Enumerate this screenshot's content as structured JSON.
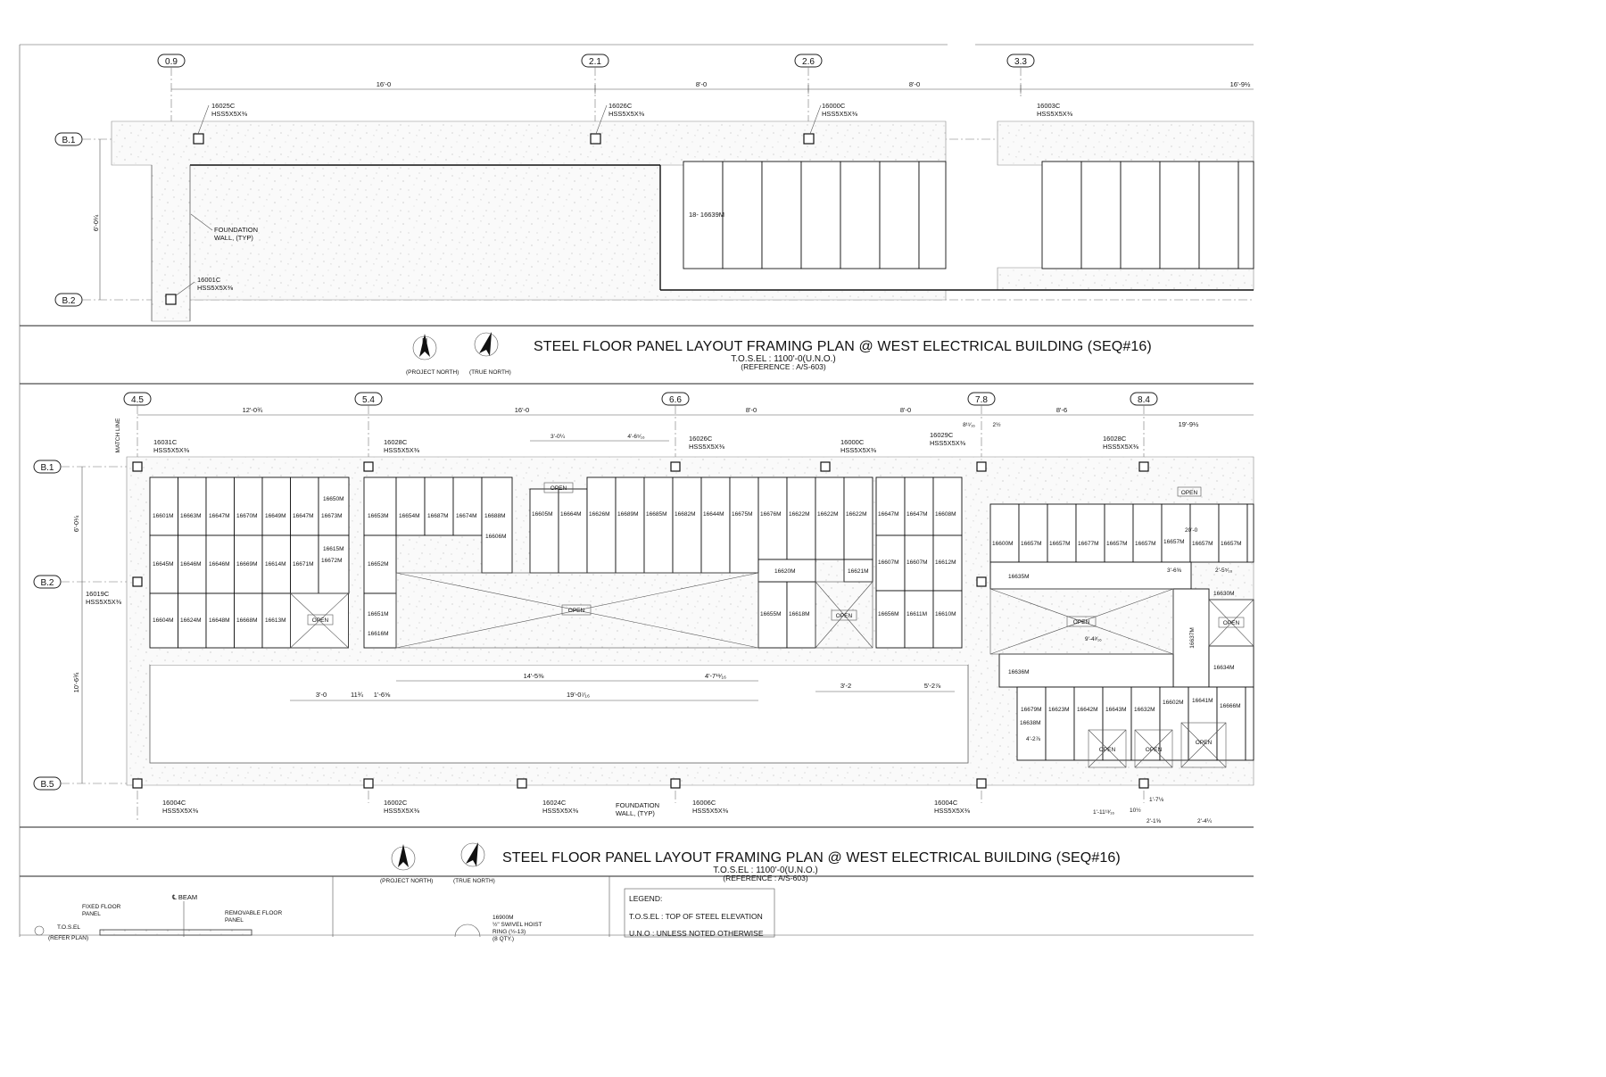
{
  "top_plan": {
    "grid_cols": [
      "0.9",
      "2.1",
      "2.6",
      "3.3"
    ],
    "grid_rows": [
      "B.1",
      "B.2"
    ],
    "dims": [
      "16'-0",
      "8'-0",
      "8'-0",
      "16'-9½"
    ],
    "side_dim": "6'-0¼",
    "columns": [
      {
        "mark": "16025C",
        "size": "HSS5X5X⅜"
      },
      {
        "mark": "16026C",
        "size": "HSS5X5X⅜"
      },
      {
        "mark": "16000C",
        "size": "HSS5X5X⅜"
      },
      {
        "mark": "16003C",
        "size": "HSS5X5X⅜"
      },
      {
        "mark": "16001C",
        "size": "HSS5X5X⅜"
      }
    ],
    "wall_note": [
      "FOUNDATION",
      "WALL, (TYP)"
    ],
    "panel_note": "18- 16639M"
  },
  "title1": {
    "title": "STEEL FLOOR PANEL LAYOUT FRAMING PLAN  @ WEST ELECTRICAL BUILDING (SEQ#16)",
    "tosel": "T.O.S.EL : 1100'-0(U.N.O.)",
    "ref": "(REFERENCE : A/S-603)",
    "project_north": "(PROJECT NORTH)",
    "true_north": "(TRUE NORTH)"
  },
  "main_plan": {
    "grid_cols": [
      "4.5",
      "5.4",
      "6.6",
      "7.8",
      "8.4"
    ],
    "grid_rows": [
      "B.1",
      "B.2",
      "B.5"
    ],
    "match_line": "MATCH LINE",
    "top_dims": [
      "12'-0¾",
      "16'-0",
      "8'-0",
      "8'-0",
      "8'-6",
      "19'-9½"
    ],
    "small_dims": [
      "8¹¹⁄₁₆",
      "2½",
      "3'-0¼",
      "4'-6⁵⁄₁₆"
    ],
    "side_dims": [
      "6'-0¼",
      "10'-6¾"
    ],
    "row1": [
      "16601M",
      "16663M",
      "16647M",
      "16670M",
      "16649M",
      "16647M",
      "16673M",
      "16653M",
      "16654M",
      "16687M",
      "16674M",
      "16688M",
      "16605M",
      "16664M",
      "16626M",
      "16689M",
      "16685M",
      "16682M",
      "16644M",
      "16675M",
      "16676M",
      "16622M",
      "16622M",
      "16622M",
      "16647M",
      "16647M",
      "16608M"
    ],
    "row2": [
      "16645M",
      "16646M",
      "16646M",
      "16669M",
      "16614M",
      "16671M",
      "16672M",
      "16652M",
      "16607M",
      "16607M",
      "16612M"
    ],
    "row3": [
      "16604M",
      "16624M",
      "16648M",
      "16668M",
      "16613M",
      "16651M",
      "16616M",
      "16655M",
      "16618M",
      "16656M",
      "16611M",
      "16610M"
    ],
    "misc_panels": [
      "16650M",
      "16615M",
      "16606M",
      "16620M",
      "16621M"
    ],
    "open_label": "OPEN",
    "bottom_dims": [
      "14'-5⅜",
      "4'-7¹¹⁄₁₆",
      "3'-0",
      "11¾",
      "1'-6⅝",
      "19'-0⁷⁄₁₆",
      "3'-2",
      "5'-2⅞"
    ],
    "right_row1": [
      "16600M",
      "16657M",
      "16657M",
      "16677M",
      "16657M",
      "16657M",
      "16657M",
      "16657M",
      "16657M"
    ],
    "right_panels": [
      "16635M",
      "16630M",
      "16637M",
      "16634M",
      "16636M",
      "16679M",
      "16623M",
      "16642M",
      "16643M",
      "16632M",
      "16602M",
      "16641M",
      "16666M",
      "16638M"
    ],
    "right_dims": [
      "20'-0",
      "3'-6⅝",
      "2'-5⁵⁄₁₆",
      "9'-4³⁄₁₆",
      "4'-2⅞",
      "1'-11¹³⁄₁₆",
      "2'-1⅝",
      "2'-4¼",
      "1'-7⅛",
      "10½"
    ],
    "columns": [
      {
        "mark": "16031C",
        "size": "HSS5X5X⅜"
      },
      {
        "mark": "16028C",
        "size": "HSS5X5X⅜"
      },
      {
        "mark": "16026C",
        "size": "HSS5X5X⅜"
      },
      {
        "mark": "16000C",
        "size": "HSS5X5X⅜"
      },
      {
        "mark": "16029C",
        "size": "HSS5X5X⅜"
      },
      {
        "mark": "16028C",
        "size": "HSS5X5X⅜"
      },
      {
        "mark": "16019C",
        "size": "HSS5X5X⅜"
      },
      {
        "mark": "16004C",
        "size": "HSS5X5X⅜"
      },
      {
        "mark": "16002C",
        "size": "HSS5X5X⅜"
      },
      {
        "mark": "16024C",
        "size": "HSS5X5X⅜"
      },
      {
        "mark": "16006C",
        "size": "HSS5X5X⅜"
      },
      {
        "mark": "16004C",
        "size": "HSS5X5X⅜"
      }
    ],
    "wall_note": [
      "FOUNDATION",
      "WALL, (TYP)"
    ]
  },
  "title2": {
    "title": "STEEL FLOOR PANEL LAYOUT FRAMING PLAN  @ WEST ELECTRICAL BUILDING (SEQ#16)",
    "tosel": "T.O.S.EL : 1100'-0(U.N.O.)",
    "ref": "(REFERENCE : A/S-603)",
    "project_north": "(PROJECT NORTH)",
    "true_north": "(TRUE NORTH)"
  },
  "details": {
    "beam_label": "℄ BEAM",
    "fixed_panel": [
      "FIXED FLOOR",
      "PANEL"
    ],
    "removable_panel": [
      "REMOVABLE FLOOR",
      "PANEL"
    ],
    "tosel": [
      "T.O.S.EL",
      "(REFER PLAN)"
    ],
    "hoist": [
      "16900M",
      "½\" SWIVEL HOIST",
      "RING (½-13)",
      "(8 QTY.)"
    ],
    "legend_title": "LEGEND:",
    "legend": [
      "T.O.S.EL  : TOP OF STEEL ELEVATION",
      "U.N.O      : UNLESS NOTED OTHERWISE"
    ]
  }
}
